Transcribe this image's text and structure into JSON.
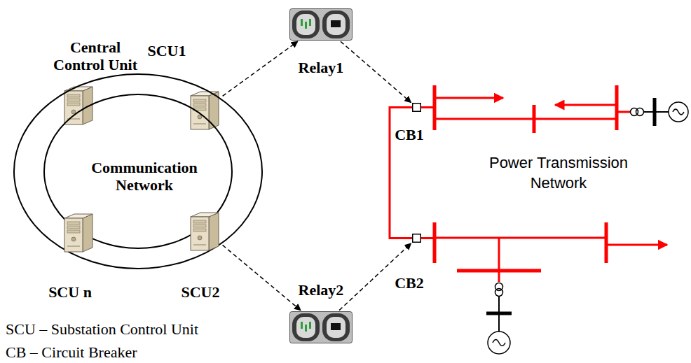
{
  "diagram": {
    "nodes": [
      {
        "text": [
          "Central Control Unit"
        ]
      },
      {
        "text": [
          "SCU1"
        ]
      },
      {
        "text": [
          "Communication Network"
        ]
      },
      {
        "text": [
          "Relay1"
        ]
      },
      {
        "text": [
          "CB1"
        ]
      },
      {
        "text": [
          "SCU n"
        ]
      },
      {
        "text": [
          "SCU2"
        ]
      },
      {
        "text": [
          "Relay2"
        ]
      },
      {
        "text": [
          "CB2"
        ]
      }
    ],
    "edges": [
      {
        "from": 1,
        "to": 3,
        "arrow": "to"
      },
      {
        "from": 3,
        "to": 4,
        "arrow": "to"
      },
      {
        "from": 6,
        "to": 7,
        "arrow": "to"
      },
      {
        "from": 7,
        "to": 8,
        "arrow": "to"
      }
    ],
    "labels": [
      "Power Transmission Network",
      "SCU – Substation Control Unit",
      "CB – Circuit Breaker"
    ]
  }
}
